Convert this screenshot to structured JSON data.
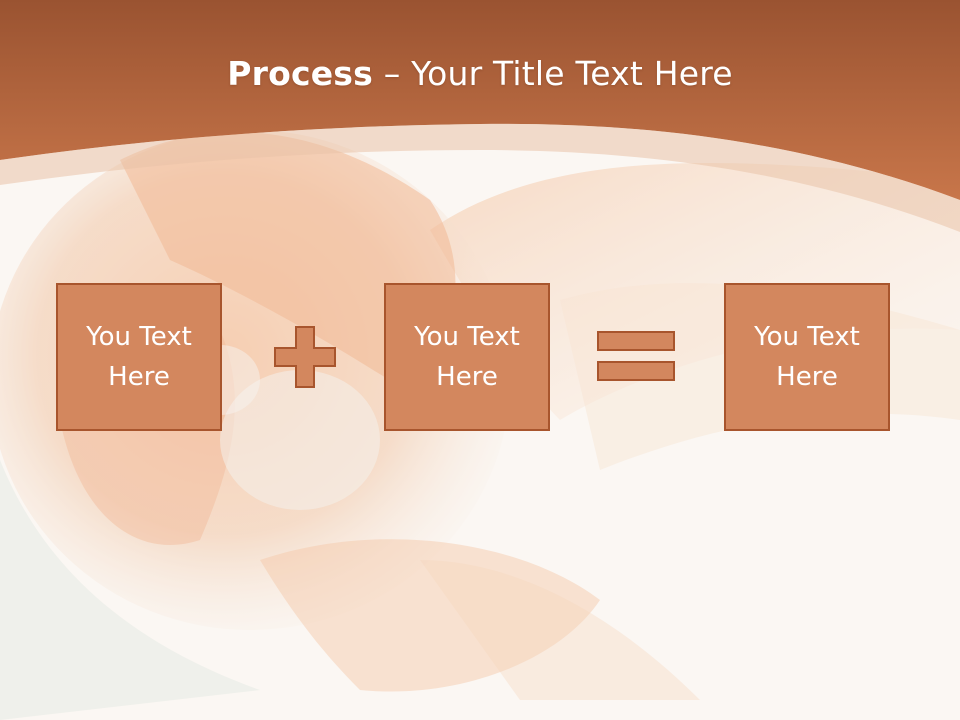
{
  "slide": {
    "title_bold": "Process",
    "title_dash": "–",
    "title_rest": "Your Title Text Here",
    "boxes": [
      {
        "text": "You Text Here"
      },
      {
        "text": "You Text Here"
      },
      {
        "text": "You Text Here"
      }
    ],
    "operators": [
      "plus-icon",
      "equals-icon"
    ]
  },
  "colors": {
    "header": "#b8663d",
    "box_fill": "#d3875e",
    "box_border": "#a8552d",
    "background": "#fbf7f3"
  }
}
